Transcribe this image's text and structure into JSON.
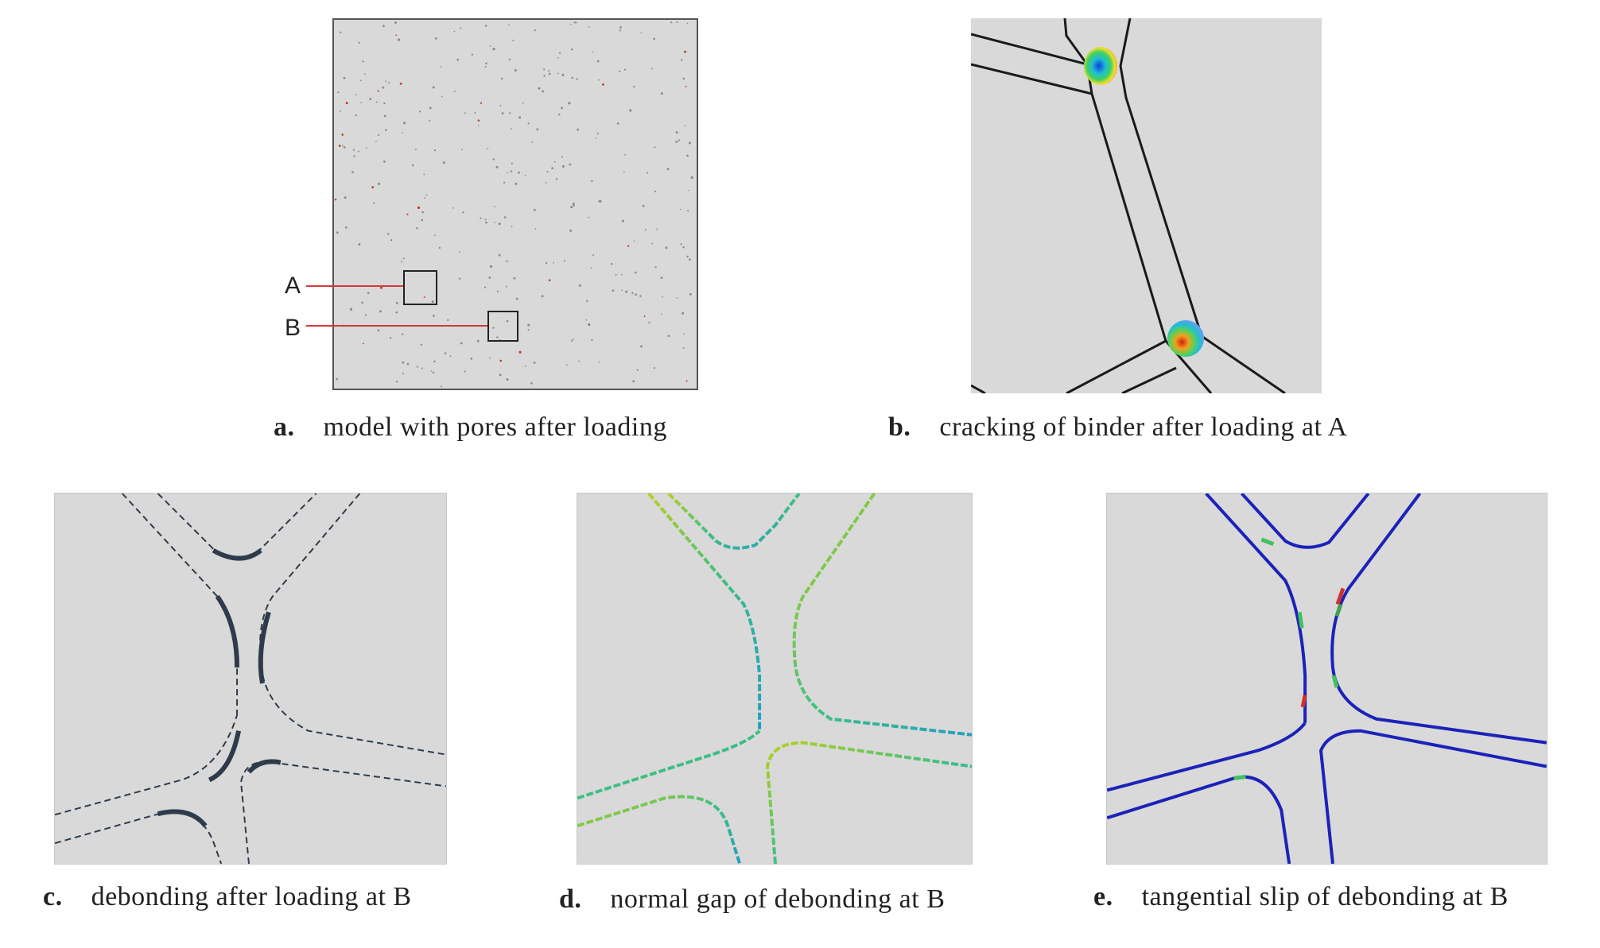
{
  "figure": {
    "panels": [
      {
        "id": "a",
        "letter": "a.",
        "caption": "model with pores after loading"
      },
      {
        "id": "b",
        "letter": "b.",
        "caption": "cracking of binder after loading at A"
      },
      {
        "id": "c",
        "letter": "c.",
        "caption": "debonding after loading at B"
      },
      {
        "id": "d",
        "letter": "d.",
        "caption": "normal gap of debonding at B"
      },
      {
        "id": "e",
        "letter": "e.",
        "caption": "tangential slip of debonding at B"
      }
    ],
    "markers": {
      "a": "A",
      "b": "B"
    },
    "colors": {
      "background": "#d9d9d9",
      "binder_line": "#1a1a1a",
      "leader_line": "#d43a3a",
      "pore": "#8a8a8a",
      "pore_red": "#c0392b",
      "debond_dark": "#2e3b4a",
      "slip_blue": "#1c22b8"
    }
  }
}
